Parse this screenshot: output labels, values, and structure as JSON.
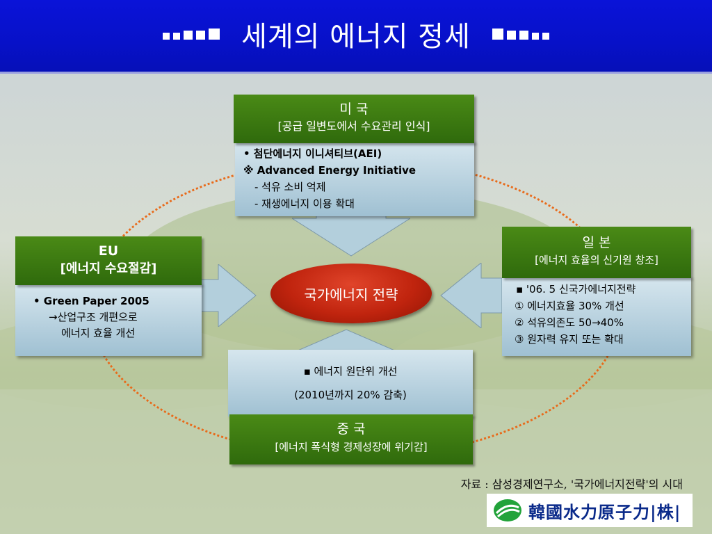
{
  "title": "세계의 에너지 정세",
  "colors": {
    "header": "#0711c8",
    "green": "#3a7a10",
    "blue_box": "#b6d0de",
    "center": "#c0240e",
    "ellipse": "#e86a1a"
  },
  "center": {
    "label": "국가에너지 전략"
  },
  "usa": {
    "heading": "미 국",
    "subheading": "[공급 일변도에서 수요관리 인식]",
    "lines": [
      "• 첨단에너지 이니셔티브(AEI)",
      "※ Advanced Energy Initiative",
      "- 석유 소비 억제",
      "- 재생에너지 이용 확대"
    ]
  },
  "eu": {
    "heading": "EU",
    "subheading": "[에너지 수요절감]",
    "lines": [
      "•  Green Paper 2005",
      "→산업구조 개편으로",
      "에너지 효율 개선"
    ]
  },
  "japan": {
    "heading": "일 본",
    "subheading": "[에너지 효율의 신기원 창조]",
    "lines": [
      "▪ '06. 5 신국가에너지전략",
      "① 에너지효율 30% 개선",
      "② 석유의존도 50→40%",
      "③ 원자력 유지 또는 확대"
    ]
  },
  "china": {
    "heading": "중 국",
    "subheading": "[에너지 폭식형 경제성장에 위기감]",
    "lines": [
      "▪  에너지 원단위 개선",
      "(2010년까지 20% 감축)"
    ]
  },
  "source": "자료 : 삼성경제연구소, '국가에너지전략'의 시대",
  "logo": {
    "text": "韓國水力原子力|株|",
    "icon": "khnp-logo-icon"
  }
}
